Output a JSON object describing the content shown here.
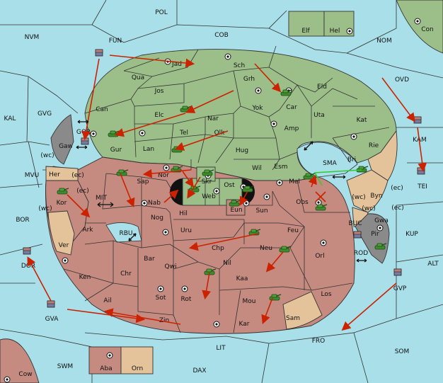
{
  "colors": {
    "sea": "#a8dfe8",
    "power_green": "#9cbf8a",
    "power_red": "#c58a80",
    "neutral_tan": "#e4c39b",
    "impassable": "#8a8a8a",
    "move_order": "#cc2200",
    "support_order": "#33cc33"
  },
  "sea_labels": [
    {
      "name": "POL",
      "text": "POL"
    },
    {
      "name": "COB",
      "text": "COB"
    },
    {
      "name": "NVM",
      "text": "NVM"
    },
    {
      "name": "FUN",
      "text": "FUN"
    },
    {
      "name": "NOM",
      "text": "NOM"
    },
    {
      "name": "OVD",
      "text": "OVD"
    },
    {
      "name": "KAL",
      "text": "KAL"
    },
    {
      "name": "GVG",
      "text": "GVG"
    },
    {
      "name": "MVU",
      "text": "MVU"
    },
    {
      "name": "MIT",
      "text": "MIT"
    },
    {
      "name": "BOR",
      "text": "BOR"
    },
    {
      "name": "RBU",
      "text": "RBU"
    },
    {
      "name": "SMA",
      "text": "SMA"
    },
    {
      "name": "KAM",
      "text": "KAM"
    },
    {
      "name": "TEI",
      "text": "TEI"
    },
    {
      "name": "KUP",
      "text": "KUP"
    },
    {
      "name": "BUC",
      "text": "BUC"
    },
    {
      "name": "ROD",
      "text": "ROD"
    },
    {
      "name": "ALT",
      "text": "ALT"
    },
    {
      "name": "GVP",
      "text": "GVP"
    },
    {
      "name": "DOR",
      "text": "DOR"
    },
    {
      "name": "GVA",
      "text": "GVA"
    },
    {
      "name": "FRO",
      "text": "FRO"
    },
    {
      "name": "SOM",
      "text": "SOM"
    },
    {
      "name": "LIT",
      "text": "LIT"
    },
    {
      "name": "SWM",
      "text": "SWM"
    },
    {
      "name": "DAX",
      "text": "DAX"
    },
    {
      "name": "GOR",
      "text": "GOR"
    }
  ],
  "land_labels": [
    {
      "name": "Jad",
      "text": "Jad"
    },
    {
      "name": "Sch",
      "text": "Sch"
    },
    {
      "name": "Qua",
      "text": "Qua"
    },
    {
      "name": "Grh",
      "text": "Grh"
    },
    {
      "name": "Jos",
      "text": "Jos"
    },
    {
      "name": "Eld",
      "text": "Eld"
    },
    {
      "name": "Car",
      "text": "Car"
    },
    {
      "name": "Can",
      "text": "Can"
    },
    {
      "name": "Elc",
      "text": "Elc"
    },
    {
      "name": "Nar",
      "text": "Nar"
    },
    {
      "name": "Yok",
      "text": "Yok"
    },
    {
      "name": "Uta",
      "text": "Uta"
    },
    {
      "name": "Kat",
      "text": "Kat"
    },
    {
      "name": "Tel",
      "text": "Tel"
    },
    {
      "name": "Olk",
      "text": "Olk"
    },
    {
      "name": "Amp",
      "text": "Amp"
    },
    {
      "name": "Gur",
      "text": "Gur"
    },
    {
      "name": "Lan",
      "text": "Lan"
    },
    {
      "name": "Hug",
      "text": "Hug"
    },
    {
      "name": "Rie",
      "text": "Rie"
    },
    {
      "name": "Gaw",
      "text": "Gaw"
    },
    {
      "name": "Wil",
      "text": "Wil"
    },
    {
      "name": "Esm",
      "text": "Esm"
    },
    {
      "name": "Bri",
      "text": "Bri"
    },
    {
      "name": "Her",
      "text": "Her"
    },
    {
      "name": "Nor",
      "text": "Nor"
    },
    {
      "name": "Skr",
      "text": "Skr"
    },
    {
      "name": "Sap",
      "text": "Sap"
    },
    {
      "name": "Ost",
      "text": "Ost"
    },
    {
      "name": "Mel",
      "text": "Mel"
    },
    {
      "name": "Web",
      "text": "Web"
    },
    {
      "name": "Byn",
      "text": "Byn"
    },
    {
      "name": "Kor",
      "text": "Kor"
    },
    {
      "name": "Nab",
      "text": "Nab"
    },
    {
      "name": "Eun",
      "text": "Eun"
    },
    {
      "name": "Sun",
      "text": "Sun"
    },
    {
      "name": "Obs",
      "text": "Obs"
    },
    {
      "name": "Gwa",
      "text": "Gwa"
    },
    {
      "name": "Hil",
      "text": "Hil"
    },
    {
      "name": "Ark",
      "text": "Ark"
    },
    {
      "name": "Nog",
      "text": "Nog"
    },
    {
      "name": "Pir",
      "text": "Pir"
    },
    {
      "name": "Uru",
      "text": "Uru"
    },
    {
      "name": "Feu",
      "text": "Feu"
    },
    {
      "name": "Ver",
      "text": "Ver"
    },
    {
      "name": "Chp",
      "text": "Chp"
    },
    {
      "name": "Neu",
      "text": "Neu"
    },
    {
      "name": "Orl",
      "text": "Orl"
    },
    {
      "name": "Bar",
      "text": "Bar"
    },
    {
      "name": "Qwi",
      "text": "Qwi"
    },
    {
      "name": "Nil",
      "text": "Nil"
    },
    {
      "name": "Ken",
      "text": "Ken"
    },
    {
      "name": "Chr",
      "text": "Chr"
    },
    {
      "name": "Kaa",
      "text": "Kaa"
    },
    {
      "name": "Los",
      "text": "Los"
    },
    {
      "name": "Sot",
      "text": "Sot"
    },
    {
      "name": "Rot",
      "text": "Rot"
    },
    {
      "name": "Mou",
      "text": "Mou"
    },
    {
      "name": "Ail",
      "text": "Ail"
    },
    {
      "name": "Zin",
      "text": "Zin"
    },
    {
      "name": "Kar",
      "text": "Kar"
    },
    {
      "name": "Sam",
      "text": "Sam"
    },
    {
      "name": "Elf",
      "text": "Elf"
    },
    {
      "name": "Hel",
      "text": "Hel"
    },
    {
      "name": "Con",
      "text": "Con"
    },
    {
      "name": "Aba",
      "text": "Aba"
    },
    {
      "name": "Orn",
      "text": "Orn"
    },
    {
      "name": "Cow",
      "text": "Cow"
    }
  ],
  "coast_labels": [
    {
      "name": "wc-her",
      "text": "(wc)"
    },
    {
      "name": "ec-her",
      "text": "(ec)"
    },
    {
      "name": "ec-kor",
      "text": "(ec)"
    },
    {
      "name": "wc-kor",
      "text": "(wc)"
    },
    {
      "name": "ec-byn",
      "text": "(ec)"
    },
    {
      "name": "wc-byn",
      "text": "(wc)"
    },
    {
      "name": "ec-gwa",
      "text": "(ec)"
    },
    {
      "name": "wc-gwa",
      "text": "(wc)"
    }
  ]
}
